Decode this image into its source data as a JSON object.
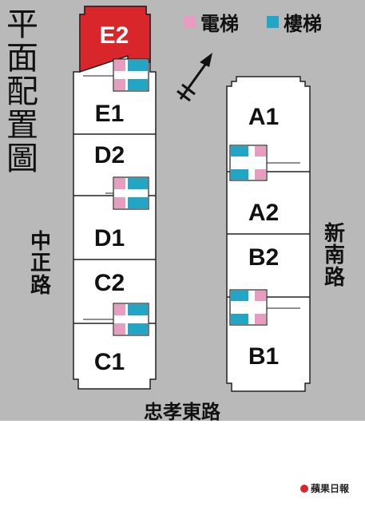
{
  "title_chars": [
    "平",
    "面",
    "配",
    "置",
    "圖"
  ],
  "legend": {
    "elevator": {
      "label": "電梯",
      "color": "#e89cc0"
    },
    "stairs": {
      "label": "樓梯",
      "color": "#22a6c6"
    }
  },
  "highlight_color": "#d8262b",
  "streets": {
    "left_chars": [
      "中",
      "正",
      "路"
    ],
    "right_chars": [
      "新",
      "南",
      "路"
    ],
    "bottom": "忠孝東路"
  },
  "north_label": "N",
  "units": {
    "left": [
      "E2",
      "E1",
      "D2",
      "D1",
      "C2",
      "C1"
    ],
    "right": [
      "A1",
      "A2",
      "B2",
      "B1"
    ]
  },
  "highlighted_unit": "E2",
  "credit": "蘋果日報"
}
